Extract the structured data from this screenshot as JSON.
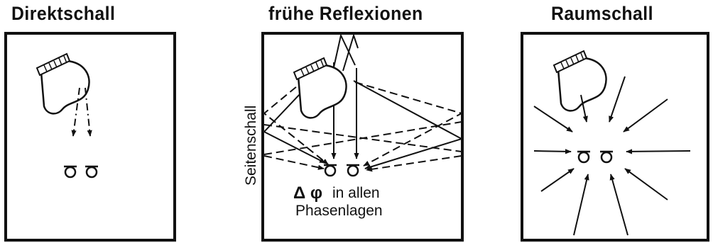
{
  "panels": [
    {
      "title": "Direktschall"
    },
    {
      "title": "frühe Reflexionen"
    },
    {
      "title": "Raumschall"
    }
  ],
  "labels": {
    "side_label": "Seitenschall",
    "delta_symbol": "Δ φ",
    "phase_line1": "in allen",
    "phase_line2": "Phasenlagen"
  }
}
